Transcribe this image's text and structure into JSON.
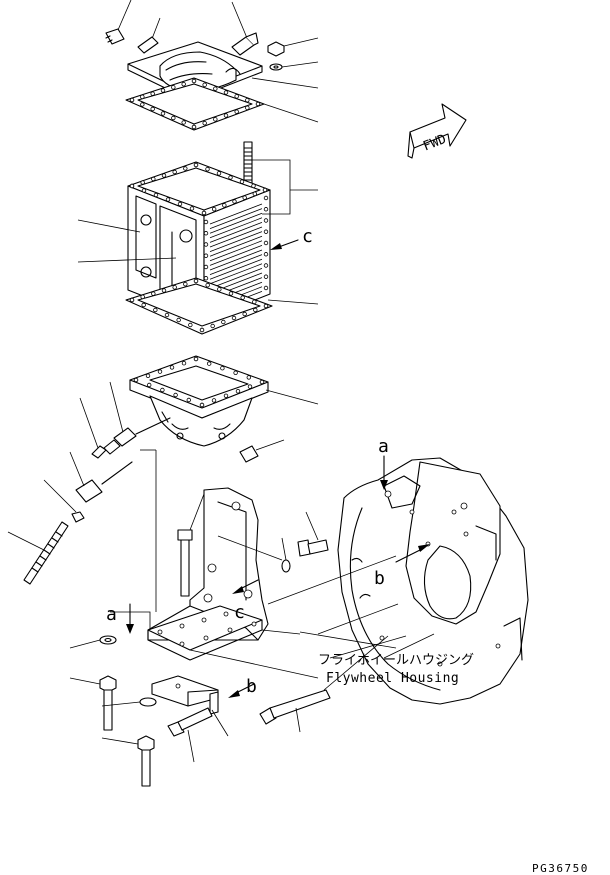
{
  "labels": {
    "fwd": "FWD",
    "ref_a": "a",
    "ref_b": "b",
    "ref_c": "c",
    "housing_jp": "フライホイールハウジング",
    "housing_en": "Flywheel Housing",
    "page_code": "PG36750"
  }
}
